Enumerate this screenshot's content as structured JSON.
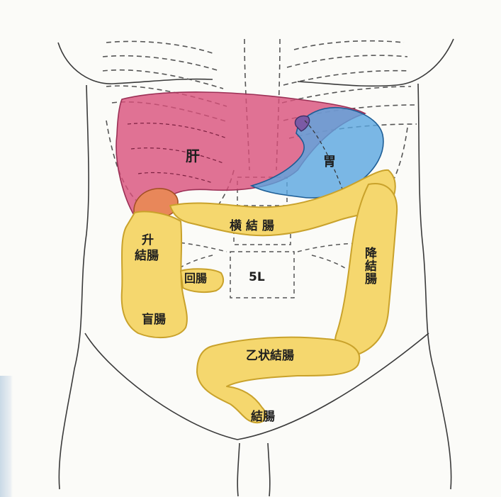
{
  "diagram": {
    "labels": {
      "liver": "肝",
      "stomach": "胃",
      "transverse_colon": "横 結 腸",
      "ascending_colon_1": "升",
      "ascending_colon_2": "結腸",
      "ileum": "回腸",
      "vertebra": "5L",
      "cecum": "盲腸",
      "descending_colon": "降結腸",
      "sigmoid_colon": "乙状結腸",
      "rectum": "結腸"
    },
    "colors": {
      "liver": "#d9507a",
      "stomach": "#5aa6e0",
      "gallbladder": "#e8875a",
      "colon": "#f5d76e",
      "colon_outline": "#c9a22b",
      "line": "#333333",
      "bone_dash": "#555555"
    }
  }
}
